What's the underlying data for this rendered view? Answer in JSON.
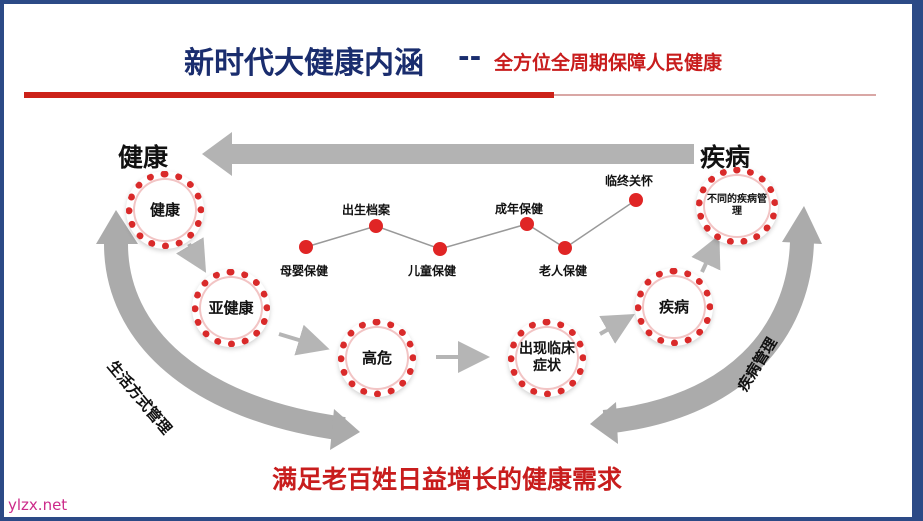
{
  "title": {
    "main": "新时代大健康内涵",
    "separator": "--",
    "subtitle": "全方位全周期保障人民健康"
  },
  "corners": {
    "left": "健康",
    "right": "疾病"
  },
  "nodes": {
    "health": "健康",
    "sub_health": "亚健康",
    "high_risk": "高危",
    "clinical_symptoms": "出现临床症状",
    "disease": "疾病",
    "disease_management": "不同的疾病管理"
  },
  "life_stages": [
    {
      "label": "母婴保健"
    },
    {
      "label": "出生档案"
    },
    {
      "label": "儿童保健"
    },
    {
      "label": "成年保健"
    },
    {
      "label": "老人保健"
    },
    {
      "label": "临终关怀"
    }
  ],
  "arc_labels": {
    "left": "生活方式管理",
    "right": "疾病管理"
  },
  "bottom_text": "满足老百姓日益增长的健康需求",
  "watermark": "ylzx.net",
  "colors": {
    "title_blue": "#1a2d6e",
    "accent_red": "#cc2219",
    "arrow_gray": "#a9a9a9",
    "background_frame": "#2c4a86"
  }
}
